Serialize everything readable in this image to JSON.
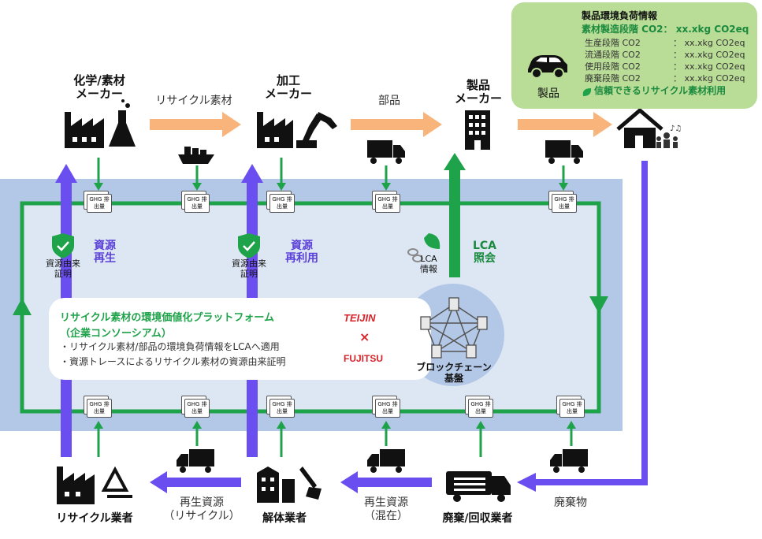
{
  "actors": {
    "chem": "化学/素材\nメーカー",
    "processing": "加工\nメーカー",
    "product_maker": "製品\nメーカー",
    "recycler": "リサイクル業者",
    "dismantler": "解体業者",
    "collector": "廃棄/回収業者"
  },
  "flows": {
    "recycled_material": "リサイクル素材",
    "parts": "部品",
    "waste": "廃棄物",
    "regen_mixed": "再生資源\n（混在）",
    "regen_recycle": "再生資源\n（リサイクル）"
  },
  "loop": {
    "resource_regen": "資源\n再生",
    "resource_reuse": "資源\n再利用",
    "origin_proof": "資源由来\n証明",
    "lca_query": "LCA\n照会",
    "lca_info": "LCA\n情報",
    "ghg_label": "GHG\n排出量"
  },
  "product_info": {
    "car_label": "製品",
    "title": "製品環境負荷情報",
    "rows": [
      {
        "label": "素材製造段階 CO2：",
        "value": "xx.xkg CO2eq",
        "highlight": true
      },
      {
        "label": "生産段階 CO2",
        "value": "： xx.xkg CO2eq",
        "highlight": false
      },
      {
        "label": "流通段階 CO2",
        "value": "： xx.xkg CO2eq",
        "highlight": false
      },
      {
        "label": "使用段階 CO2",
        "value": "： xx.xkg CO2eq",
        "highlight": false
      },
      {
        "label": "廃棄段階 CO2",
        "value": "： xx.xkg CO2eq",
        "highlight": false
      }
    ],
    "trusted": "信頼できるリサイクル素材利用"
  },
  "platform": {
    "title": "リサイクル素材の環境価値化プラットフォーム",
    "subtitle": "（企業コンソーシアム）",
    "bullet1": "・リサイクル素材/部品の環境負荷情報をLCAへ適用",
    "bullet2": "・資源トレースによるリサイクル素材の資源由来証明",
    "logo_teijin": "TEIJIN",
    "logo_x": "×",
    "logo_fujitsu": "FUJITSU",
    "blockchain": "ブロックチェーン\n基盤"
  },
  "colors": {
    "green": "#1fa34a",
    "purple": "#6b4ef0",
    "orange": "#f9b47c",
    "band": "#b3c7e6",
    "bubble": "#b9dc96"
  }
}
